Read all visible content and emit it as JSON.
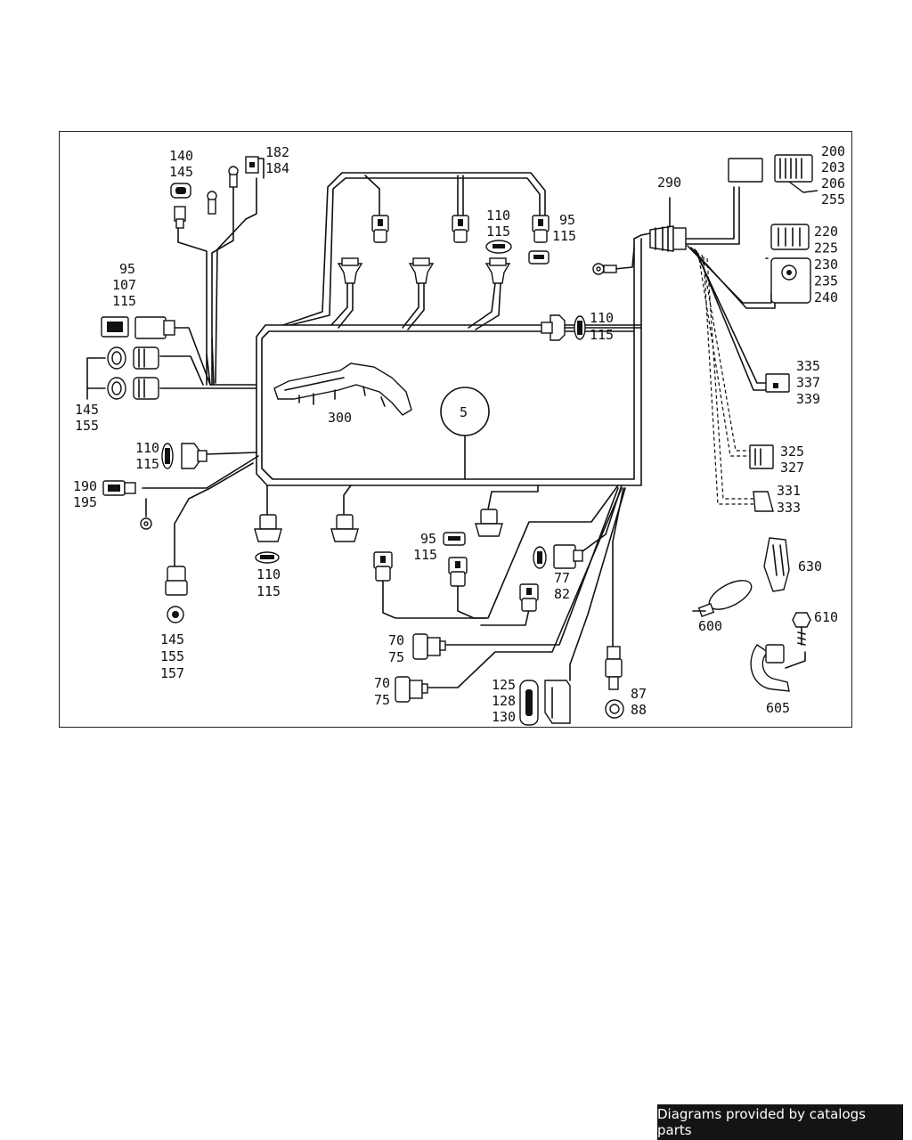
{
  "footer": {
    "credit": "Diagrams provided by catalogs parts"
  },
  "center_ref": "5",
  "callouts": {
    "c140": [
      "140",
      "145"
    ],
    "c182": [
      "182",
      "184"
    ],
    "c95L": [
      "95",
      "107",
      "115"
    ],
    "c145L": [
      "145",
      "155"
    ],
    "c110L": [
      "110",
      "115"
    ],
    "c190": [
      "190",
      "195"
    ],
    "c145B": [
      "145",
      "155",
      "157"
    ],
    "c110B": [
      "110",
      "115"
    ],
    "c300": [
      "300"
    ],
    "c110T": [
      "110",
      "115"
    ],
    "c95T": [
      "95",
      "115"
    ],
    "c110R": [
      "110",
      "115"
    ],
    "c290": [
      "290"
    ],
    "c200": [
      "200",
      "203",
      "206",
      "255"
    ],
    "c220": [
      "220",
      "225",
      "230",
      "235",
      "240"
    ],
    "c335": [
      "335",
      "337",
      "339"
    ],
    "c325": [
      "325",
      "327"
    ],
    "c331": [
      "331",
      "333"
    ],
    "c95M": [
      "95",
      "115"
    ],
    "c77": [
      "77",
      "82"
    ],
    "c70a": [
      "70",
      "75"
    ],
    "c70b": [
      "70",
      "75"
    ],
    "c125": [
      "125",
      "128",
      "130"
    ],
    "c87": [
      "87",
      "88"
    ],
    "c630": [
      "630"
    ],
    "c610": [
      "610"
    ],
    "c600": [
      "600"
    ],
    "c605": [
      "605"
    ]
  }
}
